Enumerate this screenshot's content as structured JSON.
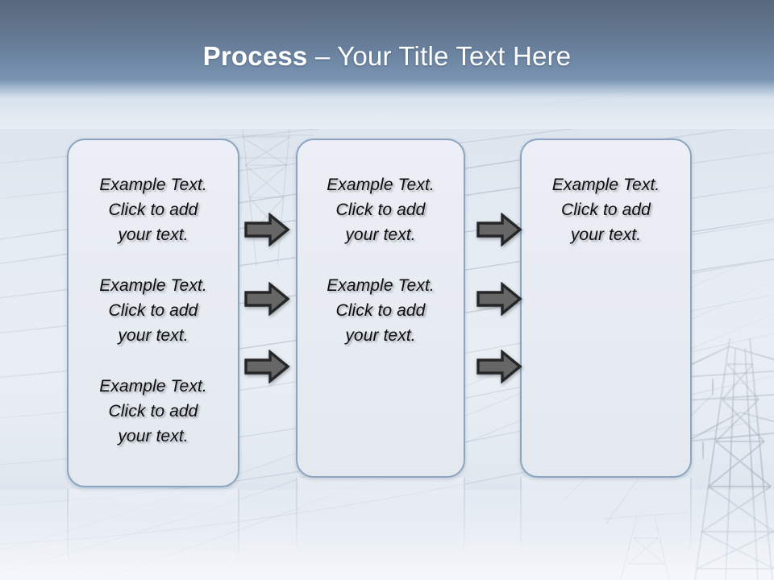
{
  "slide": {
    "title": {
      "bold_part": "Process",
      "rest_part": " – Your Title Text Here"
    },
    "colors": {
      "header_top": "#58697f",
      "header_bottom": "#7993b1",
      "box_fill": "#e8ecf2",
      "box_border": "#8ba4bf",
      "arrow_fill": "#666666",
      "arrow_outline": "#262626",
      "title_text": "#ffffff",
      "body_text": "#0c0c0c"
    },
    "background": {
      "artwork": "electricity-pylon-power-lines",
      "sky": "pale-blue-sky"
    },
    "columns": [
      {
        "name": "column-1",
        "blocks": [
          "Example Text.\nClick  to add\nyour text.",
          "Example Text.\nClick  to add\nyour text.",
          "Example Text.\nClick  to add\nyour text."
        ]
      },
      {
        "name": "column-2",
        "blocks": [
          "Example Text.\nClick  to add\nyour text.",
          "Example Text.\nClick  to add\nyour text."
        ]
      },
      {
        "name": "column-3",
        "blocks": [
          "Example Text.\nClick  to add\nyour text."
        ]
      }
    ],
    "arrow_groups": [
      {
        "name": "arrow-group-1",
        "count": 3
      },
      {
        "name": "arrow-group-2",
        "count": 3
      }
    ]
  }
}
